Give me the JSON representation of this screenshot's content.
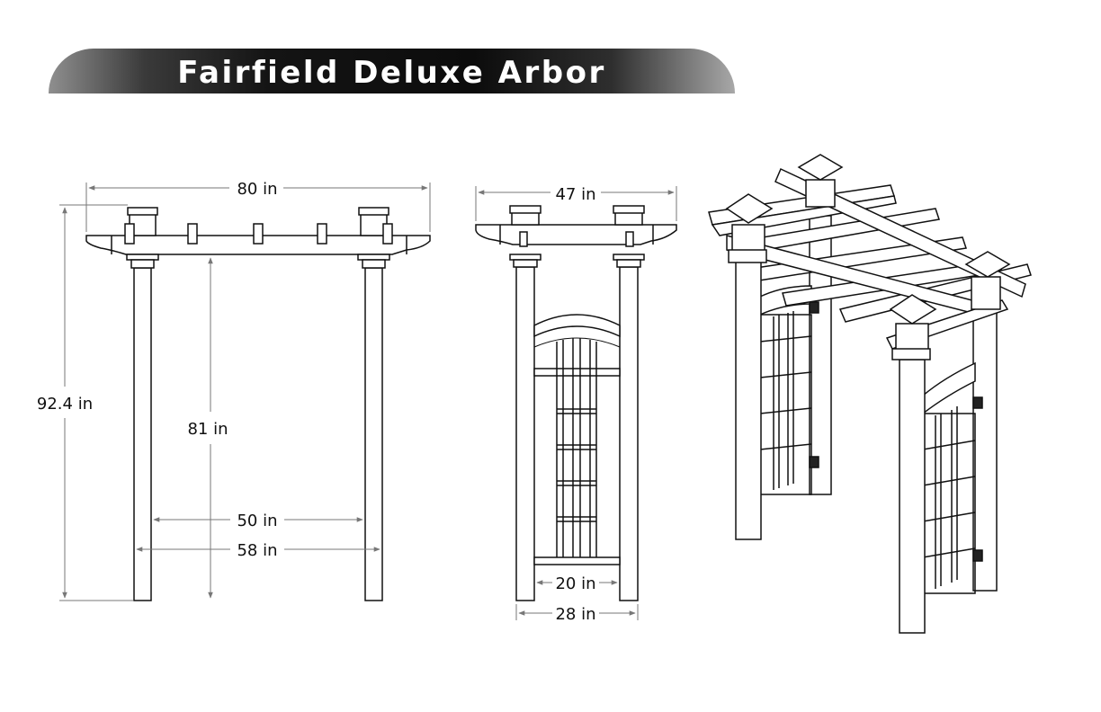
{
  "title": "Fairfield Deluxe Arbor",
  "dimensions": {
    "overall_width": "80 in",
    "overall_height": "92.4 in",
    "clear_height": "81 in",
    "inner_width": "50 in",
    "post_width": "58 in",
    "depth": "47 in",
    "trellis_width": "20 in",
    "side_width": "28 in"
  }
}
